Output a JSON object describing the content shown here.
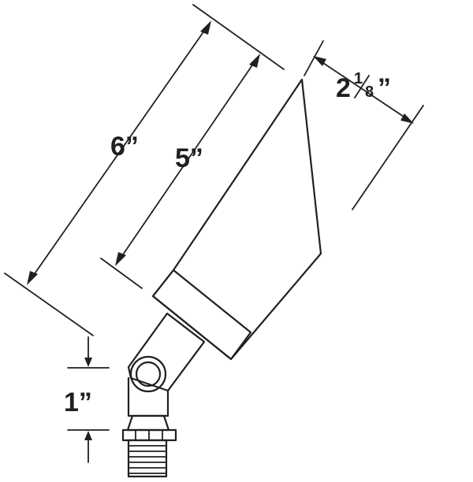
{
  "dimensions": {
    "overall_length": "6”",
    "body_length": "5”",
    "aperture_width_whole": "2",
    "aperture_width_numerator": "1",
    "aperture_width_denominator": "8",
    "aperture_width_unit": "”",
    "stake_spacing": "1”"
  }
}
